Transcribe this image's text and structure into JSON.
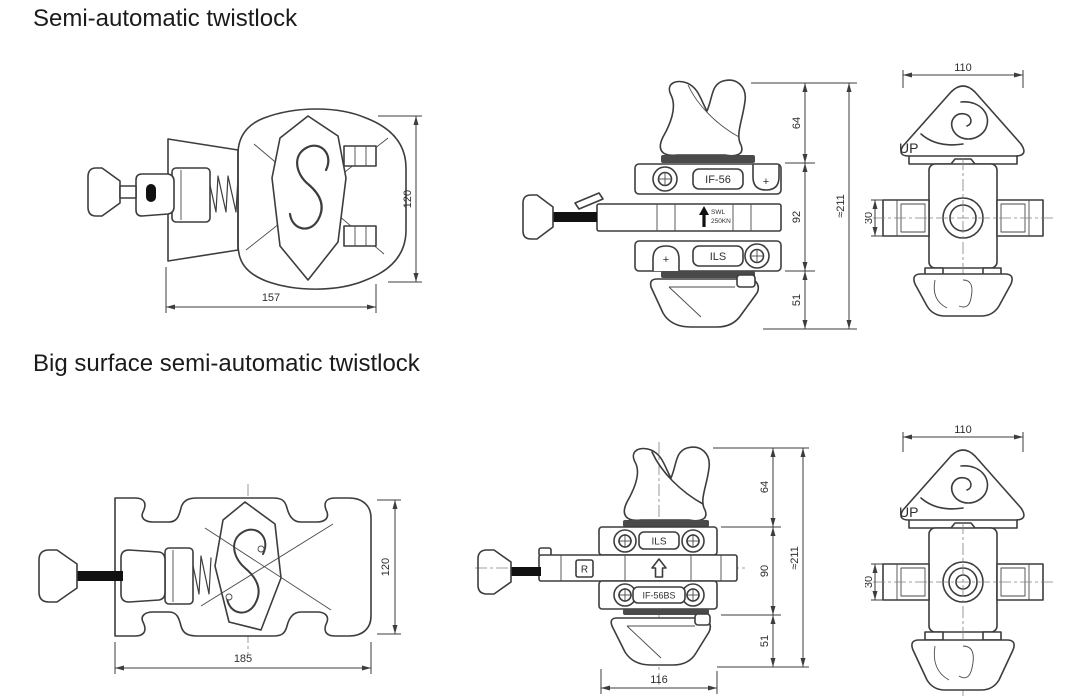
{
  "sections": [
    {
      "title": "Semi-automatic twistlock",
      "side_view": {
        "length": "157",
        "height": "120"
      },
      "front_view": {
        "model_label": "IF-56",
        "brand_label": "ILS",
        "plus_label": "+",
        "swl_line1": "SWL",
        "swl_line2": "250KN",
        "dim_top": "64",
        "dim_mid": "92",
        "dim_bottom": "51",
        "dim_total": "≈211"
      },
      "top_view": {
        "width": "110",
        "arm_width": "30",
        "up_label": "UP"
      }
    },
    {
      "title": "Big surface semi-automatic twistlock",
      "side_view": {
        "length": "185",
        "height": "120"
      },
      "front_view": {
        "brand_label": "ILS",
        "model_label": "IF-56BS",
        "release_label": "R",
        "dim_top": "64",
        "dim_mid": "90",
        "dim_bottom": "51",
        "dim_total": "≈211",
        "dim_width": "116"
      },
      "top_view": {
        "width": "110",
        "arm_width": "30",
        "up_label": "UP"
      }
    }
  ],
  "colors": {
    "line": "#3d3d3d",
    "yellow": "#e9ce2a",
    "orange": "#ee7418",
    "copper": "#bf7244",
    "band": "#4a4a4a",
    "black": "#111111"
  }
}
